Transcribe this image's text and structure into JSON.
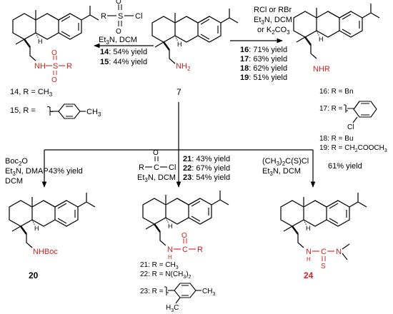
{
  "colors": {
    "ink": "#000000",
    "highlight": "#d42020"
  },
  "center": {
    "label": "7",
    "nh2": "NH",
    "sub2": "2"
  },
  "left_top": {
    "reagent_r": "R",
    "reagent_s": "S",
    "reagent_cl": "Cl",
    "reagent_o": "O",
    "cond_a": "Et",
    "cond_a_sub": "3",
    "cond_b": "N, DCM",
    "yield_14_num": "14",
    "yield_14_txt": ": 54% yield",
    "yield_15_num": "15",
    "yield_15_txt": ": 44% yield",
    "prod_nh": "NH",
    "prod_s": "S",
    "prod_r": "R",
    "prod_o": "O",
    "def_14": "14, R = CH",
    "def_14_sub": "3",
    "def_15": "15,    R =",
    "def_15_me": "CH",
    "def_15_me_sub": "3"
  },
  "right_top": {
    "cond_1": "RCl or RBr",
    "cond_2": "Et",
    "cond_2_sub": "3",
    "cond_2b": "N, DCM",
    "cond_3": "or K",
    "cond_3_sub": "2",
    "cond_3b": "CO",
    "cond_3_sub2": "3",
    "yields": [
      {
        "num": "16",
        "txt": ": 71% yield"
      },
      {
        "num": "17",
        "txt": ": 63% yield"
      },
      {
        "num": "18",
        "txt": ": 62% yield"
      },
      {
        "num": "19",
        "txt": ": 51% yield"
      }
    ],
    "prod_nhr": "NHR",
    "def_16": "16: R = Bn",
    "def_17": "17: R =",
    "def_17_cl": "Cl",
    "def_18": "18: R = Bu",
    "def_19": "19: R = CH",
    "def_19_sub": "2",
    "def_19b": "COOCH",
    "def_19_sub2": "3"
  },
  "branch_20": {
    "cond_1": "Boc",
    "cond_1_sub": "2",
    "cond_1b": "O",
    "cond_2": "Et",
    "cond_2_sub": "3",
    "cond_2b": "N, DMAP",
    "cond_3": "DCM",
    "yield": "43% yield",
    "prod": "NHBoc",
    "label": "20"
  },
  "branch_21": {
    "reagent_r": "R",
    "reagent_c": "C",
    "reagent_cl": "Cl",
    "reagent_o": "O",
    "cond": "Et",
    "cond_sub": "3",
    "condb": "N, DCM",
    "yields": [
      {
        "num": "21",
        "txt": ": 43% yield"
      },
      {
        "num": "22",
        "txt": ": 67% yield"
      },
      {
        "num": "23",
        "txt": ": 54% yield"
      }
    ],
    "prod_n": "N",
    "prod_h": "H",
    "prod_c": "C",
    "prod_r": "R",
    "prod_o": "O",
    "def_21": "21: R = CH",
    "def_21_sub": "3",
    "def_22": "22: R = N(CH",
    "def_22_sub": "3",
    "def_22b": ")",
    "def_22_sub2": "2",
    "def_23": "23: R =",
    "def_23_me1": "CH",
    "def_23_me1_sub": "3",
    "def_23_me2": "H",
    "def_23_me2_sub": "3",
    "def_23_me2b": "C"
  },
  "branch_24": {
    "cond_1": "(CH",
    "cond_1_sub": "3",
    "cond_1b": ")",
    "cond_1_sub2": "2",
    "cond_1c": "C(S)Cl",
    "cond_2": "Et",
    "cond_2_sub": "3",
    "cond_2b": "N, DCM",
    "yield": "61% yield",
    "prod_n1": "N",
    "prod_h": "H",
    "prod_c": "C",
    "prod_n2": "N",
    "prod_s": "S",
    "label": "24"
  }
}
